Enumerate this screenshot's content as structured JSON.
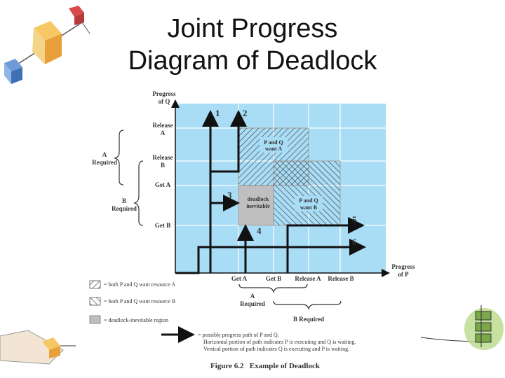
{
  "slide": {
    "title_line1": "Joint Progress",
    "title_line2": "Diagram of Deadlock"
  },
  "diagram": {
    "y_axis_title_1": "Progress",
    "y_axis_title_2": "of Q",
    "x_axis_title_1": "Progress",
    "x_axis_title_2": "of P",
    "y_labels": {
      "release_a_1": "Release",
      "release_a_2": "A",
      "release_b_1": "Release",
      "release_b_2": "B",
      "get_a": "Get A",
      "get_b": "Get B"
    },
    "x_labels": {
      "get_a": "Get A",
      "get_b": "Get B",
      "release_a": "Release A",
      "release_b": "Release B"
    },
    "braces": {
      "a_required_left_1": "A",
      "a_required_left_2": "Required",
      "b_required_left_1": "B",
      "b_required_left_2": "Required",
      "a_required_bottom_1": "A",
      "a_required_bottom_2": "Required",
      "b_required_bottom": "B Required"
    },
    "regions": {
      "pq_want_a_1": "P and Q",
      "pq_want_a_2": "want A",
      "pq_want_b_1": "P and Q",
      "pq_want_b_2": "want B",
      "deadlock_1": "deadlock",
      "deadlock_2": "inevitable"
    },
    "paths": [
      "1",
      "2",
      "3",
      "4",
      "5",
      "6"
    ],
    "legend": {
      "both_want_a": "= both P and Q want resource A",
      "both_want_b": "= both P and Q want resource B",
      "deadlock_region": "= deadlock-inevitable region",
      "path_1": "= possible progress path of P and Q.",
      "path_2": "Horizontal portion of path indicates P is executing and Q is waiting.",
      "path_3": "Vertical portion of path indicates Q is executing and P is waiting."
    },
    "caption": "Figure 6.2   Example of Deadlock",
    "colors": {
      "plot_bg": "#a9dcf5",
      "grid": "#ffffff",
      "deadlock": "#bfbfbf",
      "path": "#111111"
    }
  },
  "decorations": [
    "puzzle-cubes-clipart",
    "hand-holding-cube-clipart",
    "stacked-boxes-clipart"
  ]
}
